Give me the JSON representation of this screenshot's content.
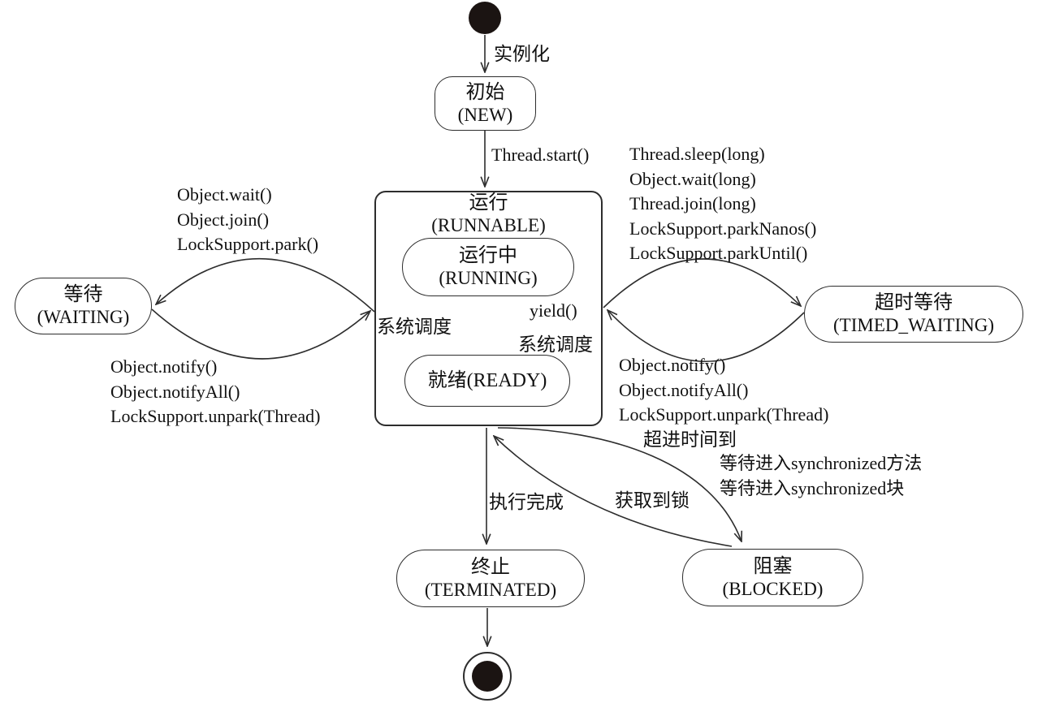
{
  "colors": {
    "background": "#ffffff",
    "line": "#2d2d2d",
    "text": "#111111",
    "state_fill": "#ffffff",
    "terminal_fill": "#1b1412"
  },
  "states": {
    "new": {
      "cn": "初始",
      "en": "(NEW)"
    },
    "runnable": {
      "cn": "运行",
      "en": "(RUNNABLE)"
    },
    "running": {
      "cn": "运行中",
      "en": "(RUNNING)"
    },
    "ready": {
      "label": "就绪(READY)"
    },
    "waiting": {
      "cn": "等待",
      "en": "(WAITING)"
    },
    "timed_waiting": {
      "cn": "超时等待",
      "en": "(TIMED_WAITING)"
    },
    "terminated": {
      "cn": "终止",
      "en": "(TERMINATED)"
    },
    "blocked": {
      "cn": "阻塞",
      "en": "(BLOCKED)"
    }
  },
  "transitions": {
    "instantiate": {
      "label": "实例化"
    },
    "thread_start": {
      "label": "Thread.start()"
    },
    "runnable_to_waiting": {
      "labels": [
        "Object.wait()",
        "Object.join()",
        "LockSupport.park()"
      ]
    },
    "waiting_to_runnable": {
      "labels": [
        "Object.notify()",
        "Object.notifyAll()",
        "LockSupport.unpark(Thread)"
      ]
    },
    "runnable_to_timed_waiting": {
      "labels": [
        "Thread.sleep(long)",
        "Object.wait(long)",
        "Thread.join(long)",
        "LockSupport.parkNanos()",
        "LockSupport.parkUntil()"
      ]
    },
    "timed_waiting_to_runnable": {
      "labels": [
        "Object.notify()",
        "Object.notifyAll()",
        "LockSupport.unpark(Thread)",
        "超进时间到"
      ]
    },
    "ready_to_running": {
      "label": "系统调度"
    },
    "running_to_ready": {
      "label_1": "yield()",
      "label_2": "系统调度"
    },
    "runnable_to_terminated": {
      "label": "执行完成"
    },
    "blocked_to_runnable": {
      "label": "获取到锁"
    },
    "runnable_to_blocked": {
      "labels": [
        "等待进入synchronized方法",
        "等待进入synchronized块"
      ]
    }
  }
}
